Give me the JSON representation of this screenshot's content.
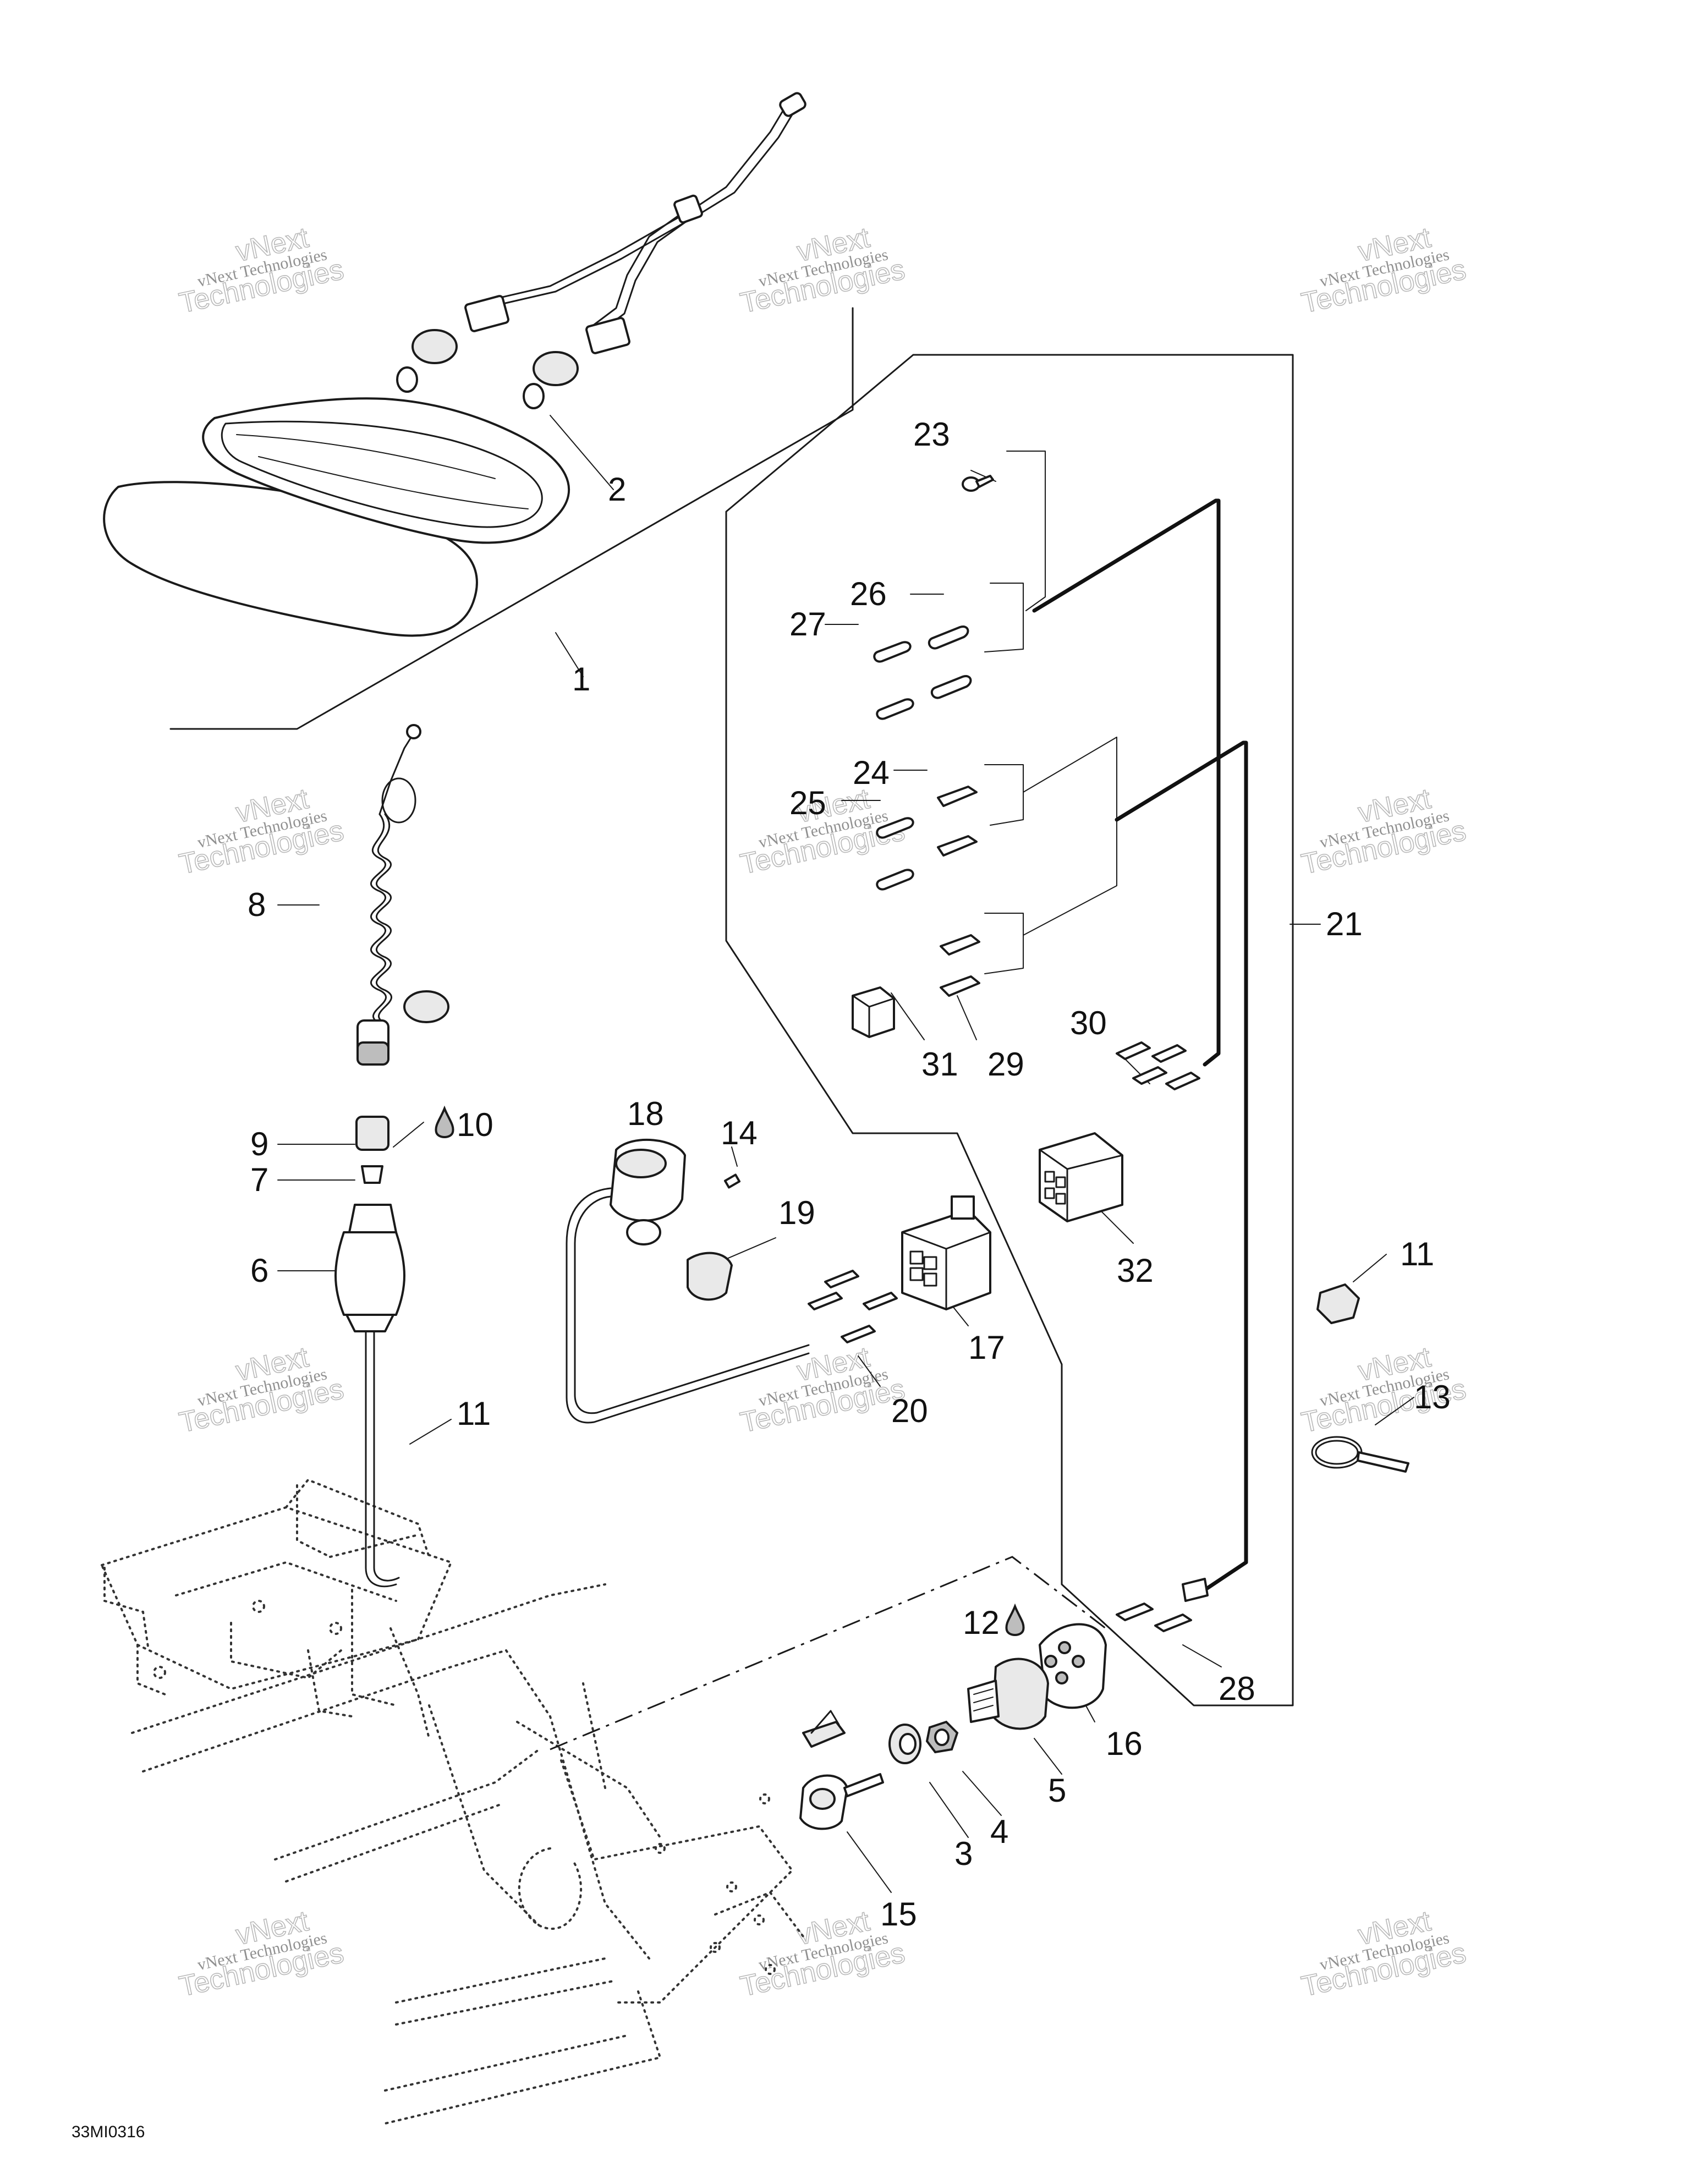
{
  "diagram": {
    "code": "33MI0316",
    "watermark": {
      "line1": "vNext Technologies",
      "line2": "vNext",
      "line3": "Technologies"
    },
    "callouts": {
      "c1": "1",
      "c2": "2",
      "c3": "3",
      "c4": "4",
      "c5": "5",
      "c6": "6",
      "c7": "7",
      "c8": "8",
      "c9": "9",
      "c10": "10",
      "c11a": "11",
      "c11b": "11",
      "c12": "12",
      "c13": "13",
      "c14": "14",
      "c15": "15",
      "c16": "16",
      "c17": "17",
      "c18": "18",
      "c19": "19",
      "c20": "20",
      "c21": "21",
      "c23": "23",
      "c24": "24",
      "c25": "25",
      "c26": "26",
      "c27": "27",
      "c28": "28",
      "c29": "29",
      "c30": "30",
      "c31": "31",
      "c32": "32"
    }
  }
}
